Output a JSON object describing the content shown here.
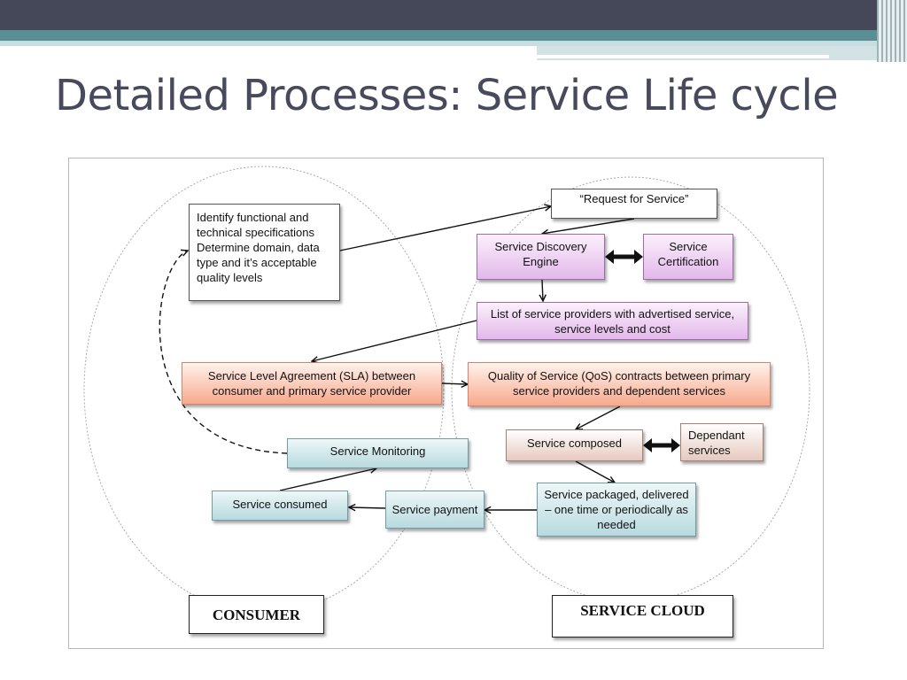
{
  "slide": {
    "title": "Detailed Processes: Service Life cycle"
  },
  "diagram": {
    "nodes": {
      "identify": "Identify  functional  and technical specifications Determine  domain, data type and it’s acceptable quality levels",
      "request": "“Request for Service”",
      "discovery": "Service Discovery Engine",
      "certification": "Service Certification",
      "provider_list": "List of service providers with advertised service, service levels and cost",
      "sla": "Service Level Agreement  (SLA)  between consumer and primary service provider",
      "qos": "Quality of Service (QoS) contracts between primary service providers and  dependent services",
      "composed": "Service composed",
      "dependant": "Dependant services",
      "monitoring": "Service Monitoring",
      "consumed": "Service consumed",
      "payment": "Service payment",
      "packaged": "Service packaged, delivered – one time or periodically as needed"
    },
    "labels": {
      "consumer": "CONSUMER",
      "service_cloud": "SERVICE CLOUD"
    },
    "colors": {
      "purple": "#e3b8ea",
      "salmon": "#f7a98d",
      "tan": "#e6c9bf",
      "teal": "#b8dadf",
      "title": "#474a5c"
    }
  }
}
